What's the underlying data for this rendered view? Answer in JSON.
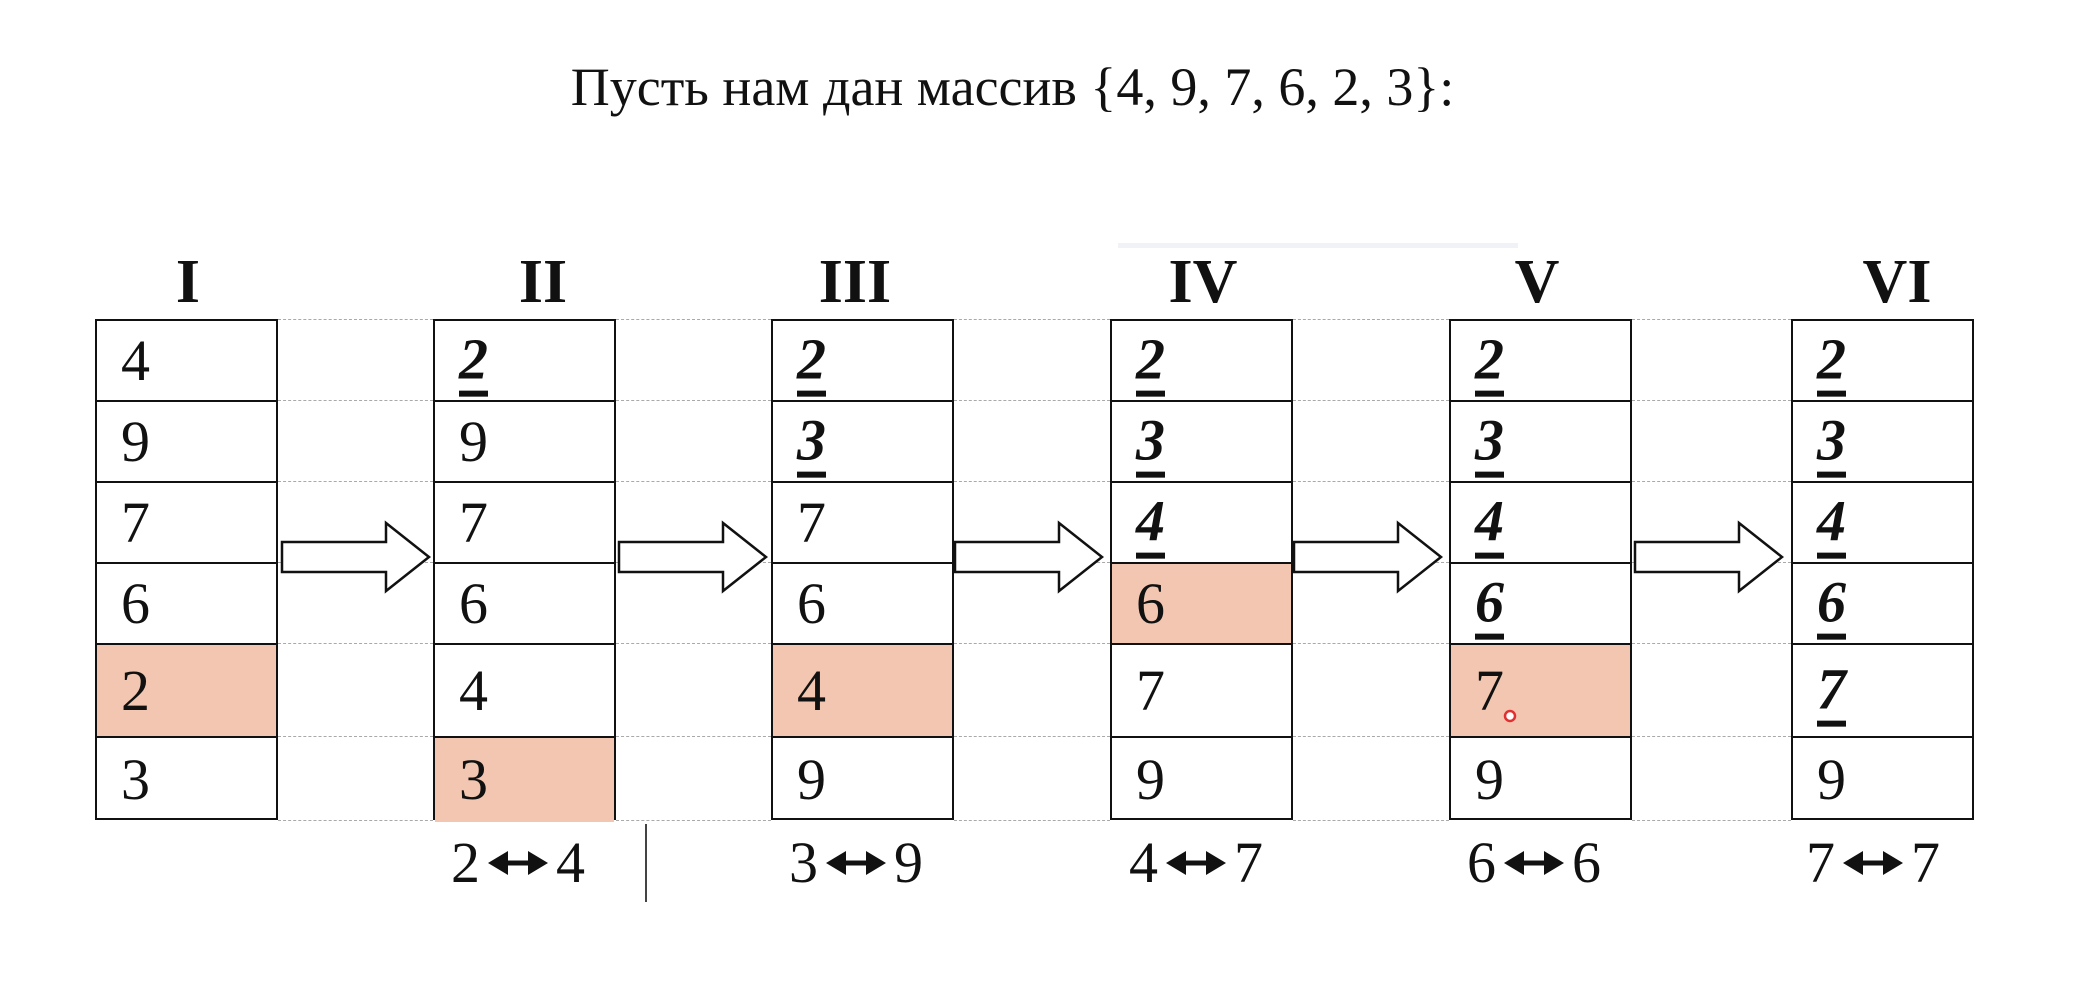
{
  "title": "Пусть нам дан массив {4, 9, 7, 6, 2, 3}:",
  "stages": [
    {
      "label": "I",
      "cells": [
        {
          "value": "4"
        },
        {
          "value": "9"
        },
        {
          "value": "7"
        },
        {
          "value": "6"
        },
        {
          "value": "2",
          "highlighted": true
        },
        {
          "value": "3"
        }
      ]
    },
    {
      "label": "II",
      "cells": [
        {
          "value": "2",
          "sorted": true
        },
        {
          "value": "9"
        },
        {
          "value": "7"
        },
        {
          "value": "6"
        },
        {
          "value": "4"
        },
        {
          "value": "3",
          "highlighted": true
        }
      ]
    },
    {
      "label": "III",
      "cells": [
        {
          "value": "2",
          "sorted": true
        },
        {
          "value": "3",
          "sorted": true
        },
        {
          "value": "7"
        },
        {
          "value": "6"
        },
        {
          "value": "4",
          "highlighted": true
        },
        {
          "value": "9"
        }
      ]
    },
    {
      "label": "IV",
      "cells": [
        {
          "value": "2",
          "sorted": true
        },
        {
          "value": "3",
          "sorted": true
        },
        {
          "value": "4",
          "sorted": true
        },
        {
          "value": "6",
          "highlighted": true
        },
        {
          "value": "7"
        },
        {
          "value": "9"
        }
      ]
    },
    {
      "label": "V",
      "cells": [
        {
          "value": "2",
          "sorted": true
        },
        {
          "value": "3",
          "sorted": true
        },
        {
          "value": "4",
          "sorted": true
        },
        {
          "value": "6",
          "sorted": true
        },
        {
          "value": "7",
          "highlighted": true
        },
        {
          "value": "9"
        }
      ]
    },
    {
      "label": "VI",
      "cells": [
        {
          "value": "2",
          "sorted": true
        },
        {
          "value": "3",
          "sorted": true
        },
        {
          "value": "4",
          "sorted": true
        },
        {
          "value": "6",
          "sorted": true
        },
        {
          "value": "7",
          "sorted": true
        },
        {
          "value": "9"
        }
      ]
    }
  ],
  "swaps": [
    {
      "from": "2",
      "to": "4"
    },
    {
      "from": "3",
      "to": "9"
    },
    {
      "from": "4",
      "to": "7"
    },
    {
      "from": "6",
      "to": "6"
    },
    {
      "from": "7",
      "to": "7"
    }
  ],
  "colors": {
    "highlight": "#f2c6b0",
    "border": "#111111",
    "dashed_guide": "#a9a9a9"
  },
  "icons": {
    "step_arrow": "right-arrow-outline-icon",
    "swap_arrow": "double-headed-arrow-icon"
  }
}
